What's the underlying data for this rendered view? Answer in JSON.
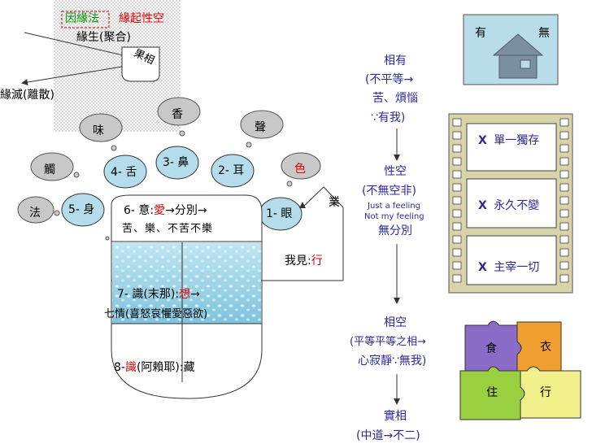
{
  "top": {
    "yin_yuan_fa": "因緣法",
    "yuan_qi_xing_kong": "緣起性空",
    "yuan_sheng": "緣生(聚合)",
    "guo_xiang": "果相",
    "yuan_mie": "緣滅(離散)"
  },
  "clouds": {
    "wei": "味",
    "xiang": "香",
    "sheng": "聲",
    "chu": "觸",
    "se": "色",
    "fa": "法"
  },
  "senses": {
    "she": "4- 舌",
    "bi": "3- 鼻",
    "er": "2- 耳",
    "shen": "5- 身",
    "yan": "1- 眼"
  },
  "consciousness": {
    "yi_prefix": "6- 意:",
    "ai": "愛",
    "yi_suffix": "→分別→",
    "feelings": "苦、樂、不苦不樂",
    "seventh_prefix": "7- 識(末那):",
    "xiang": "想",
    "seventh_suffix": "→",
    "qiqing": "七情(喜怒哀懼愛惡欲)",
    "eighth_prefix": "8-",
    "eighth_red": "識",
    "eighth_suffix": "(阿賴耶):藏"
  },
  "karma": {
    "ye": "業",
    "wo_jian": "我見:",
    "xing": "行"
  },
  "middle": {
    "xiang_you": "相有",
    "xiang_you_line1": "(不平等→",
    "xiang_you_line2": "苦、煩惱",
    "xiang_you_line3": "∵有我)",
    "xing_kong": "性空",
    "xing_kong_line1": "(不無空非)",
    "feeling_en": "Just a feeling",
    "my_feeling_en": "Not my feeling",
    "wu_fen_bie": "無分別",
    "xiang_kong": "相空",
    "xiang_kong_line1": "(平等平等之相→",
    "xiang_kong_line2": "心寂靜∵無我)",
    "shi_xiang": "實相",
    "zhong_dao": "(中道→不二)"
  },
  "house": {
    "you": "有",
    "wu": "無"
  },
  "film": {
    "x1": "X",
    "item1": "單一獨存",
    "x2": "X",
    "item2": "永久不變",
    "x3": "X",
    "item3": "主宰一切"
  },
  "puzzle": {
    "shi": "食",
    "yi": "衣",
    "zhu": "住",
    "xing": "行"
  }
}
